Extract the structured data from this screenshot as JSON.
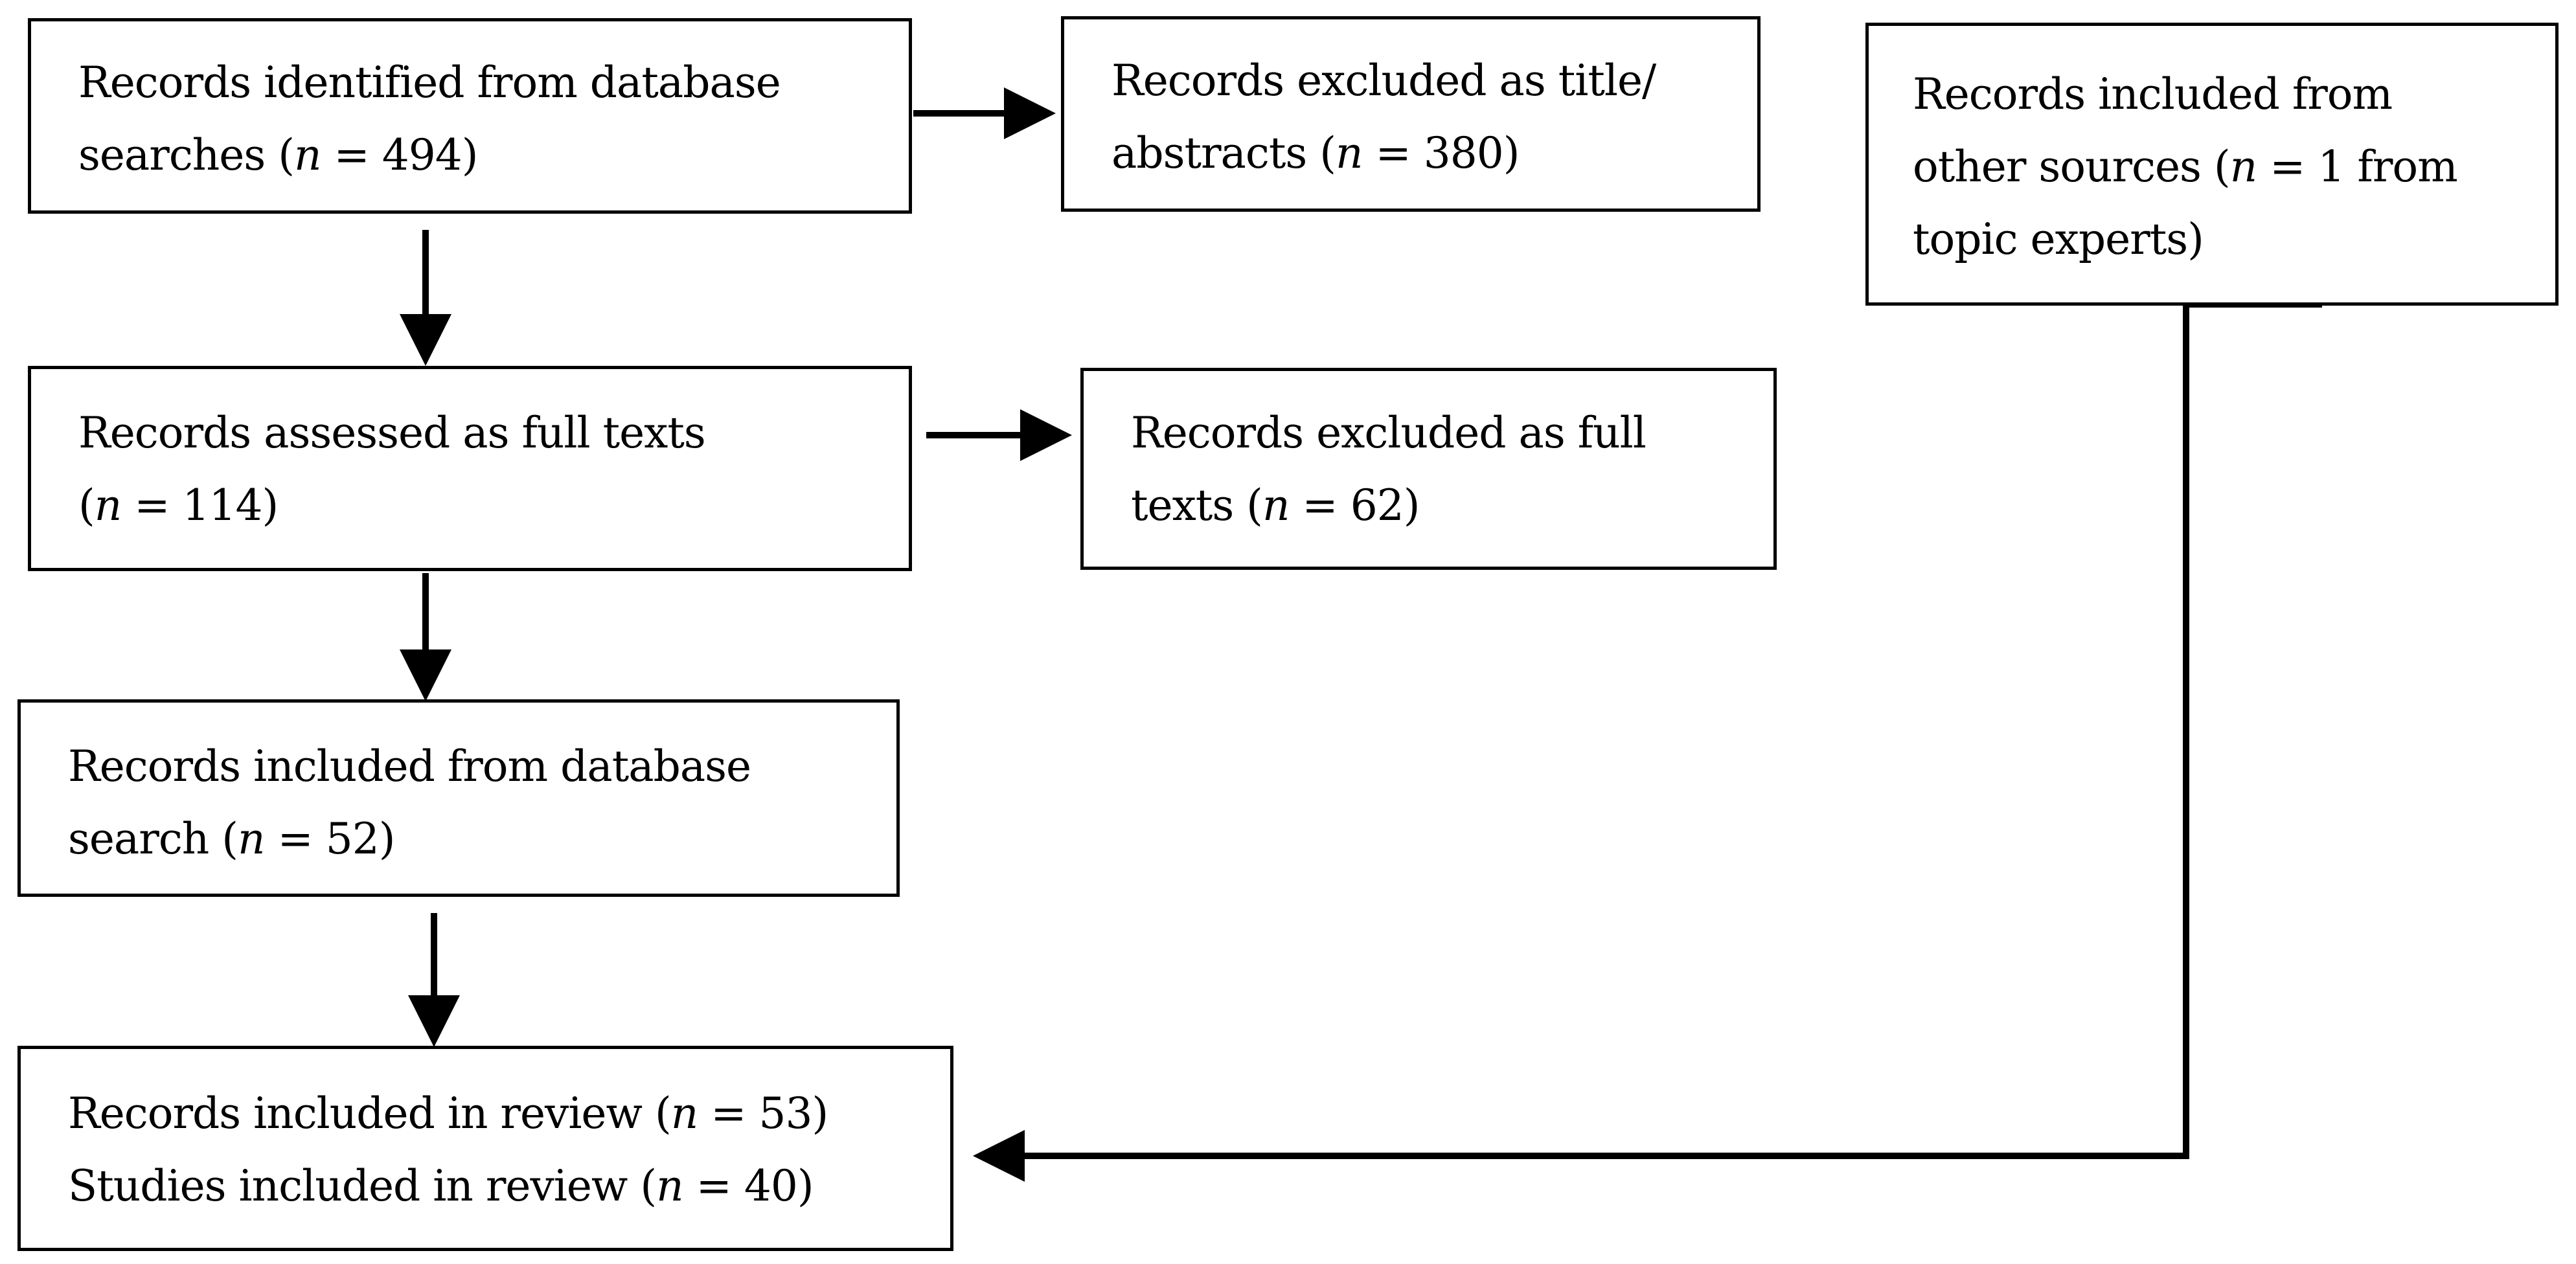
{
  "boxes": {
    "identified": {
      "line1": "Records identified from database",
      "line2_pre": "searches (",
      "n_symbol": "n",
      "line2_post": " = 494)"
    },
    "excluded_title": {
      "line1": "Records excluded as title/",
      "line2_pre": "abstracts (",
      "n_symbol": "n",
      "line2_post": " = 380)"
    },
    "other_sources": {
      "line1": "Records included from",
      "line2_pre": "other sources (",
      "n_symbol": "n",
      "line2_post": " = 1 from",
      "line3": "topic experts)"
    },
    "assessed": {
      "line1": "Records assessed as full texts",
      "line2_pre": "(",
      "n_symbol": "n",
      "line2_post": " = 114)"
    },
    "excluded_full": {
      "line1": "Records excluded as full",
      "line2_pre": "texts (",
      "n_symbol": "n",
      "line2_post": " = 62)"
    },
    "included_db": {
      "line1": "Records included from database",
      "line2_pre": "search (",
      "n_symbol": "n",
      "line2_post": " = 52)"
    },
    "included_review": {
      "line1_pre": "Records included in review (",
      "n_symbol1": "n",
      "line1_post": " = 53)",
      "line2_pre": "Studies included in review (",
      "n_symbol2": "n",
      "line2_post": " = 40)"
    }
  },
  "colors": {
    "stroke": "#000000",
    "background": "#ffffff"
  }
}
